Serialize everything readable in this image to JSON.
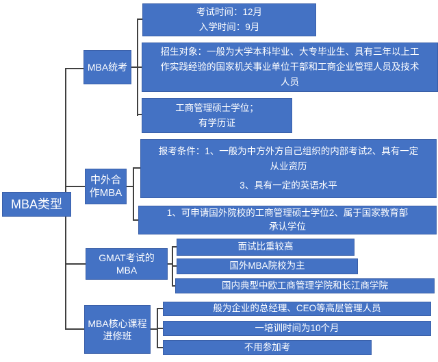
{
  "colors": {
    "accent": "#4472C4",
    "box_border": "#3A5FA8",
    "connector": "#3F3F3F",
    "text": "#FFFFFF",
    "background": "#FFFFFF"
  },
  "root": {
    "label": "MBA类型"
  },
  "branches": [
    {
      "label_lines": [
        "MBA统考"
      ],
      "children": [
        {
          "lines": [
            "考试时间：12月",
            "入学时间：9月"
          ]
        },
        {
          "lines": [
            "招生对象：一般为大学本科毕业、大专毕业生、具有三年以上工",
            "作实践经验的国家机关事业单位干部和工商企业管理人员及技术",
            "人员"
          ]
        },
        {
          "lines": [
            "工商管理硕士学位；",
            "有学历证"
          ]
        }
      ]
    },
    {
      "label_lines": [
        "中外合",
        "作MBA"
      ],
      "children": [
        {
          "lines": [
            "报考条件：1、一般为中方外方自己组织的内部考试2、具有一定",
            "从业资历",
            "3、具有一定的英语水平"
          ]
        },
        {
          "lines": [
            "1、可申请国外院校的工商管理硕士学位2、属于国家教育部",
            "承认学位"
          ]
        }
      ]
    },
    {
      "label_lines": [
        "GMAT考试的",
        "MBA"
      ],
      "children": [
        {
          "lines": [
            "面试比重较高"
          ]
        },
        {
          "lines": [
            "国外MBA院校为主"
          ]
        },
        {
          "lines": [
            "国内典型中欧工商管理学院和长江商学院"
          ]
        }
      ]
    },
    {
      "label_lines": [
        "MBA核心课程",
        "进修班"
      ],
      "children": [
        {
          "lines": [
            "般为企业的总经理、CEO等高层管理人员"
          ]
        },
        {
          "lines": [
            "一培训时间为10个月"
          ]
        },
        {
          "lines": [
            "不用参加考"
          ]
        }
      ]
    }
  ]
}
